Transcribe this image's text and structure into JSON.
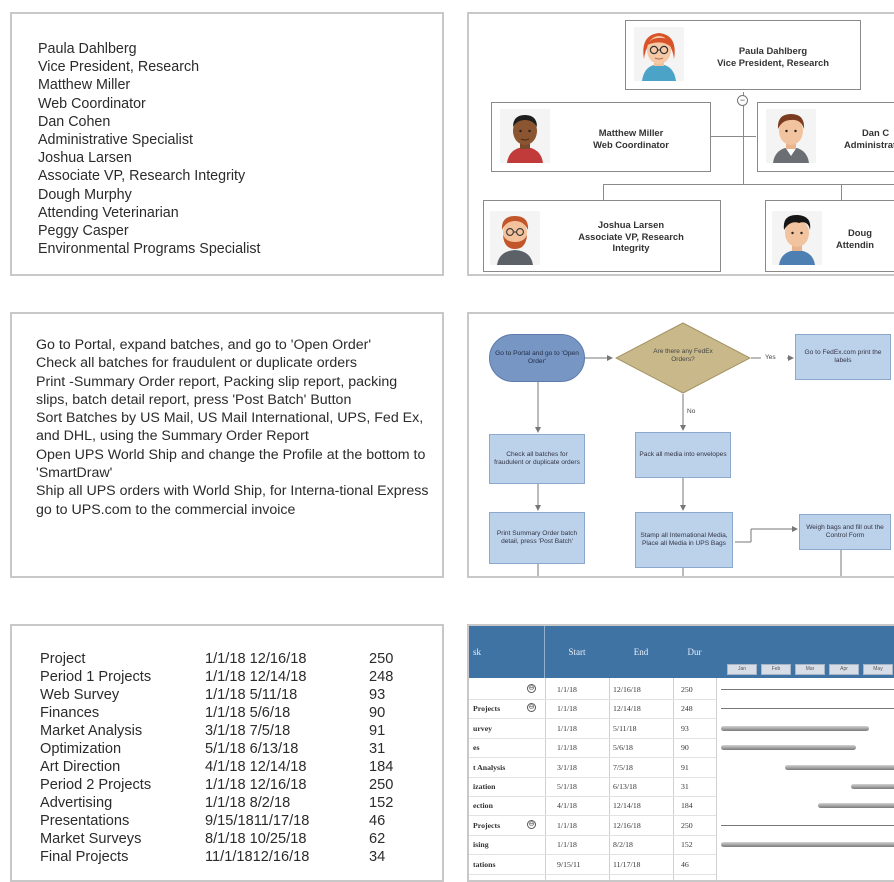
{
  "org_list": [
    "Paula Dahlberg",
    "Vice President, Research",
    "Matthew Miller",
    "Web Coordinator",
    "Dan Cohen",
    "Administrative Specialist",
    "Joshua Larsen",
    "Associate VP, Research Integrity",
    "Dough Murphy",
    "Attending Veterinarian",
    "Peggy Casper",
    "Environmental Programs Specialist"
  ],
  "org_chart": {
    "top": {
      "name": "Paula Dahlberg",
      "title": "Vice President, Research"
    },
    "l2a": {
      "name": "Matthew Miller",
      "title": "Web Coordinator"
    },
    "l2b": {
      "name": "Dan C",
      "title": "Administrat"
    },
    "l3a": {
      "name": "Joshua Larsen",
      "title": "Associate VP, Research",
      "title2": "Integrity"
    },
    "l3b": {
      "name": "Doug",
      "title": "Attendin"
    }
  },
  "steps": [
    "Go to Portal, expand batches, and go to 'Open Order'",
    "Check all batches for fraudulent or duplicate orders",
    "Print -Summary Order report, Packing slip report, packing slips, batch detail report,  press 'Post Batch' Button",
    "Sort Batches by US Mail, US Mail International, UPS, Fed Ex, and DHL, using the Summary Order Report",
    "Open UPS World Ship and change the Profile at the bottom to 'SmartDraw'",
    "Ship all UPS orders with World Ship, for Interna-tional Express go to UPS.com to the commercial invoice"
  ],
  "flowchart": {
    "start": "Go to Portal and go to 'Open Order'",
    "decision": "Are there any FedEx Orders?",
    "yes": "Yes",
    "no": "No",
    "fedex": "Go to FedEx.com print the labels",
    "check": "Check all batches for fraudulent or duplicate orders",
    "pack": "Pack all media into envelopes",
    "print": "Print Summary Order batch detail, press 'Post Batch'",
    "stamp": "Stamp all International Media, Place all Media in UPS Bags",
    "weigh": "Weigh bags and fill out the Control Form"
  },
  "project_table": [
    [
      "Project",
      "1/1/18 12/16/18",
      "250"
    ],
    [
      "Period 1 Projects",
      "1/1/18 12/14/18",
      "248"
    ],
    [
      "Web Survey",
      "1/1/18 5/11/18",
      "93"
    ],
    [
      "Finances",
      "1/1/18 5/6/18",
      "90"
    ],
    [
      "Market Analysis",
      "3/1/18 7/5/18",
      "91"
    ],
    [
      "Optimization",
      "5/1/18 6/13/18",
      "31"
    ],
    [
      "Art Direction",
      "4/1/18 12/14/18",
      "184"
    ],
    [
      "Period 2 Projects",
      "1/1/18 12/16/18",
      "250"
    ],
    [
      "Advertising",
      "1/1/18 8/2/18",
      "152"
    ],
    [
      "Presentations",
      "9/15/1811/17/18",
      "46"
    ],
    [
      "Market Surveys",
      "8/1/18 10/25/18",
      "62"
    ],
    [
      "Final Projects",
      "11/1/1812/16/18",
      "34"
    ]
  ],
  "gantt": {
    "headers": {
      "task": "sk",
      "start": "Start",
      "end": "End",
      "dur": "Dur"
    },
    "scale": [
      "Jan",
      "Feb",
      "Mar",
      "Apr",
      "May"
    ],
    "rows": [
      {
        "name": "",
        "start": "1/1/18",
        "end": "12/16/18",
        "dur": "250",
        "toggle": "⊖"
      },
      {
        "name": "Projects",
        "start": "1/1/18",
        "end": "12/14/18",
        "dur": "248",
        "toggle": "⊖"
      },
      {
        "name": "urvey",
        "start": "1/1/18",
        "end": "5/11/18",
        "dur": "93",
        "toggle": ""
      },
      {
        "name": "es",
        "start": "1/1/18",
        "end": "5/6/18",
        "dur": "90",
        "toggle": ""
      },
      {
        "name": "t Analysis",
        "start": "3/1/18",
        "end": "7/5/18",
        "dur": "91",
        "toggle": ""
      },
      {
        "name": "ization",
        "start": "5/1/18",
        "end": "6/13/18",
        "dur": "31",
        "toggle": ""
      },
      {
        "name": "ection",
        "start": "4/1/18",
        "end": "12/14/18",
        "dur": "184",
        "toggle": ""
      },
      {
        "name": "Projects",
        "start": "1/1/18",
        "end": "12/16/18",
        "dur": "250",
        "toggle": "⊖"
      },
      {
        "name": "ising",
        "start": "1/1/18",
        "end": "8/2/18",
        "dur": "152",
        "toggle": ""
      },
      {
        "name": "tations",
        "start": "9/15/11",
        "end": "11/17/18",
        "dur": "46",
        "toggle": ""
      }
    ]
  },
  "colors": {
    "panel_border": "#c8c8c8",
    "flow_box": "#bcd2ea",
    "flow_start": "#7896c3",
    "flow_decision": "#c9b98a",
    "gantt_header": "#3f73a4"
  }
}
